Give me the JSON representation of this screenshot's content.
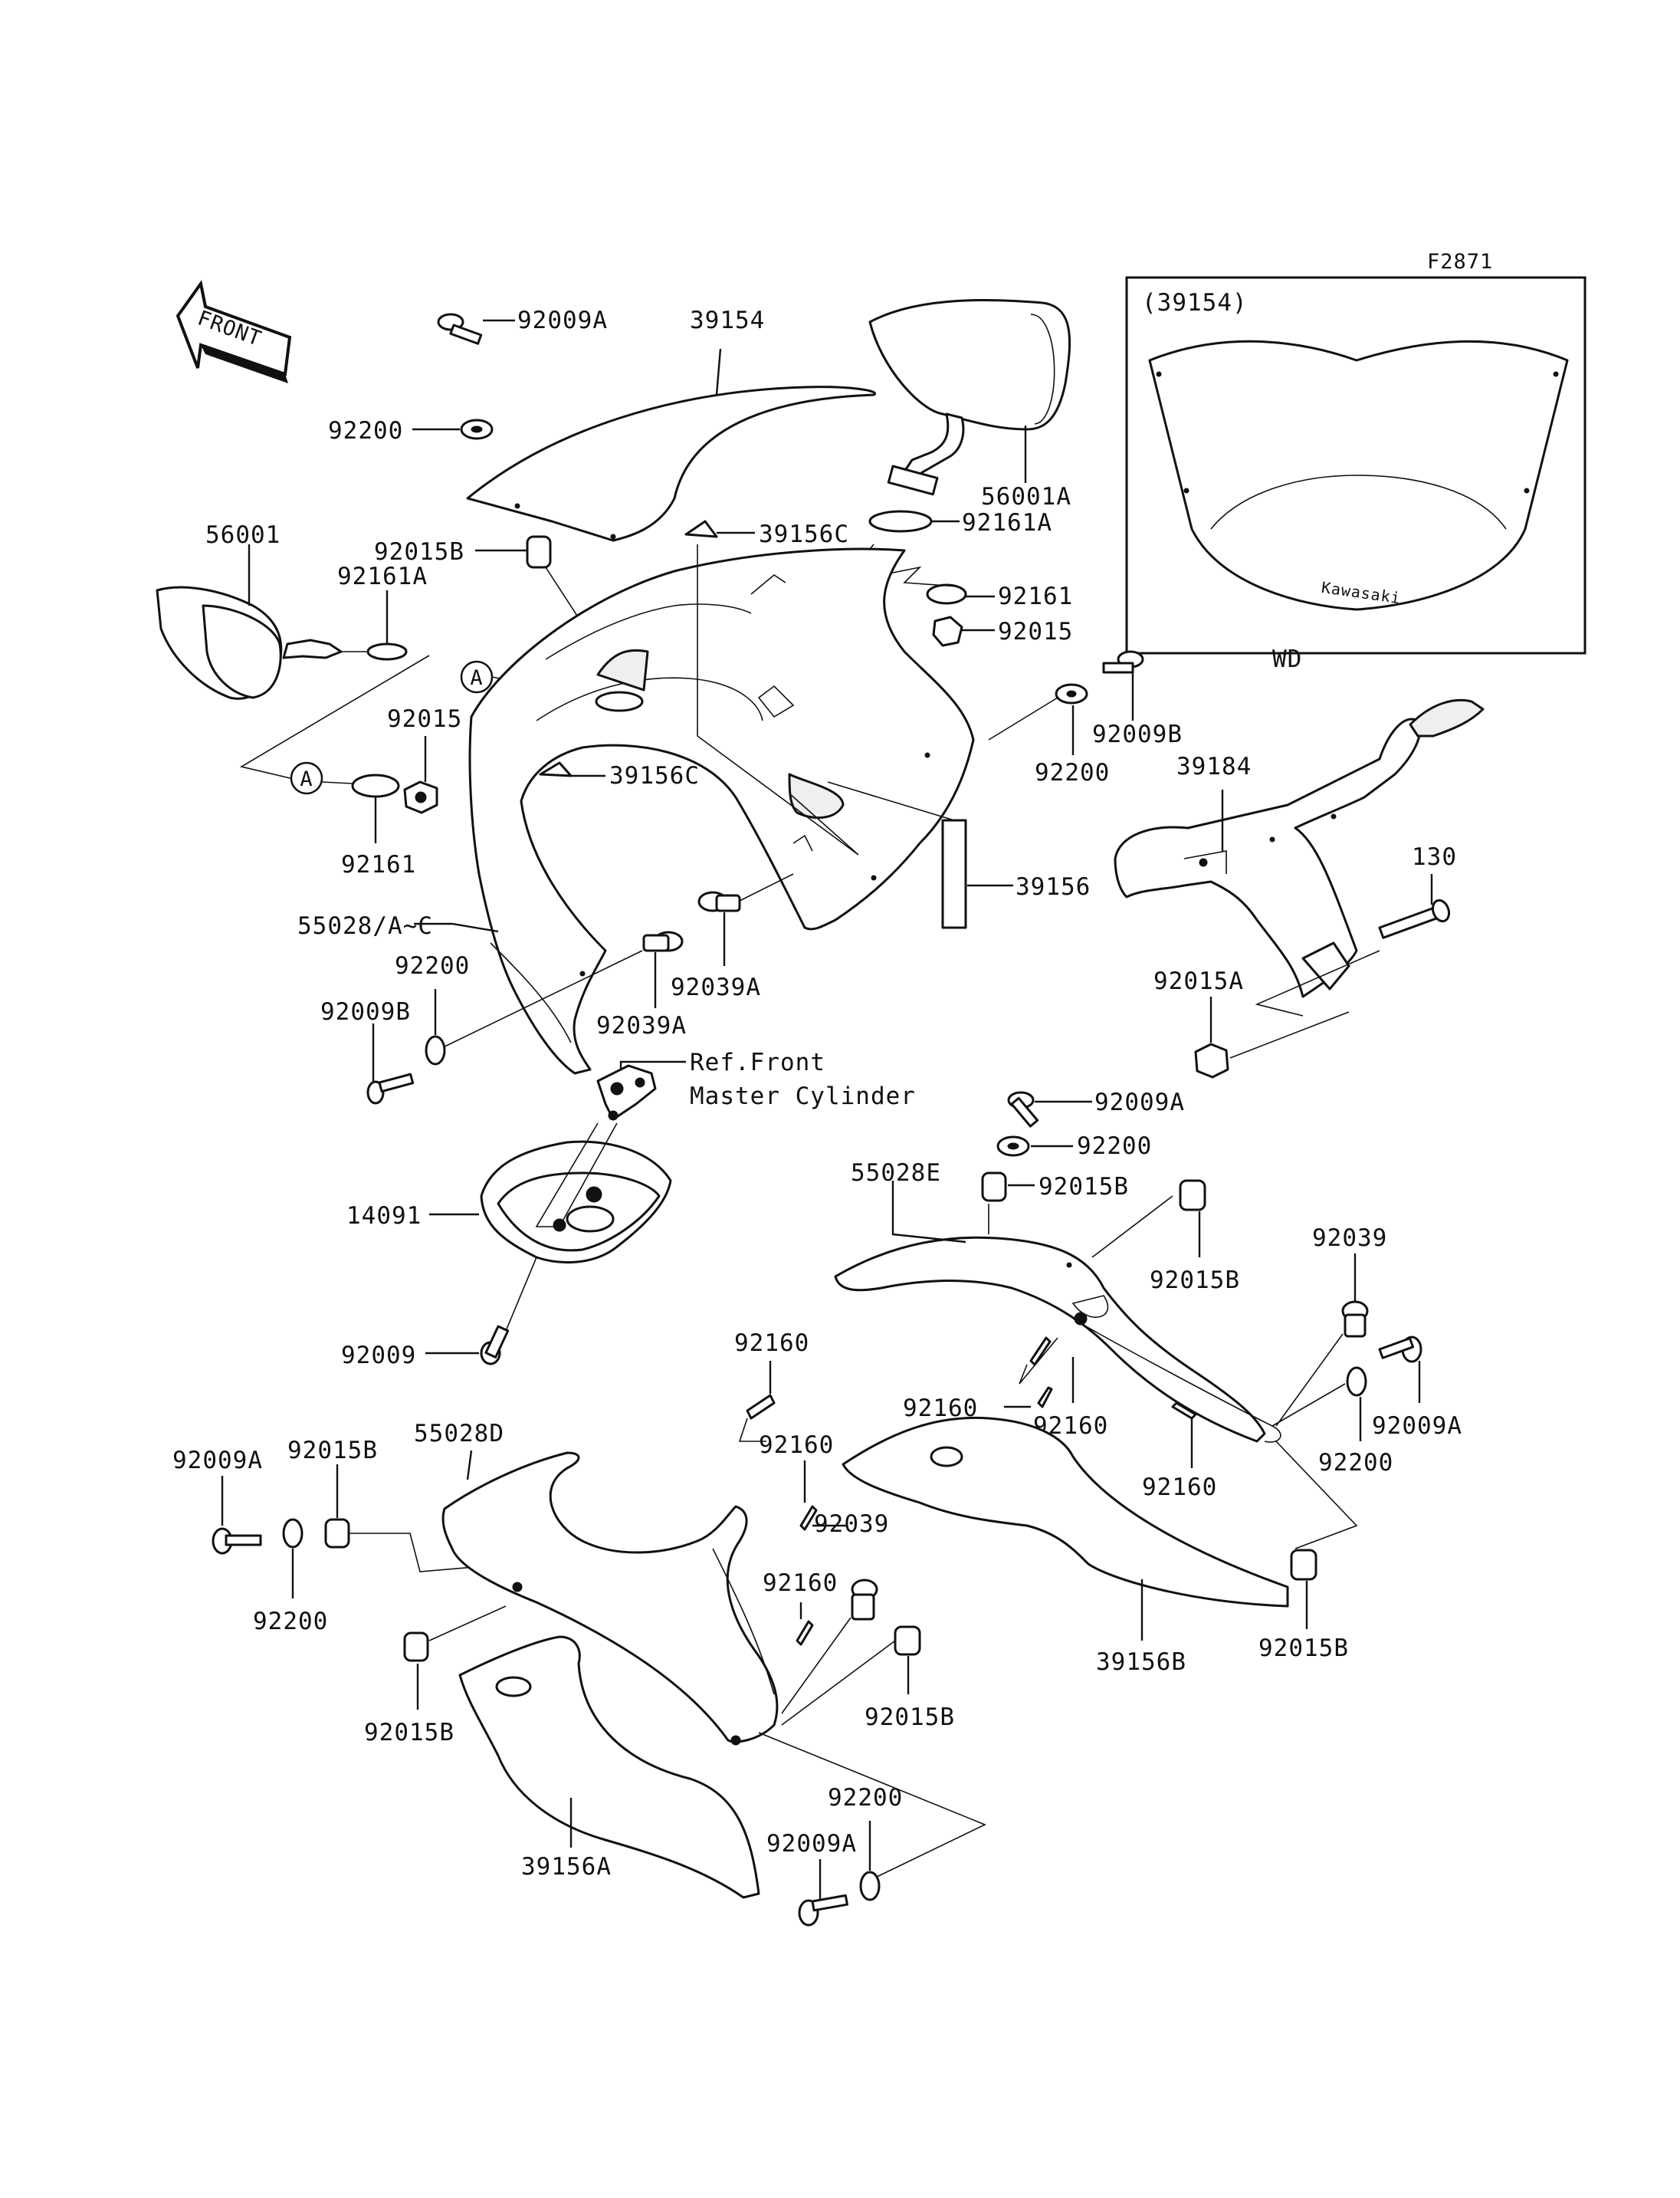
{
  "figure_code": "F2871",
  "front_arrow_label": "FRONT",
  "callouts": {
    "marker_a": "A",
    "ref_front_1": "Ref.Front",
    "ref_front_2": "Master Cylinder"
  },
  "inset": {
    "title": "(39154)",
    "caption": "WD",
    "windshield_logo": "Kawasaki"
  },
  "parts": {
    "p39154": "39154",
    "p92009A_top": "92009A",
    "p92200_top": "92200",
    "p92015B_top": "92015B",
    "p56001A": "56001A",
    "p92161A_right": "92161A",
    "p39156C_top": "39156C",
    "p92161_right": "92161",
    "p92015_right": "92015",
    "p56001": "56001",
    "p92161A_left": "92161A",
    "p92015_left": "92015",
    "p92161_left": "92161",
    "p39156C_mid": "39156C",
    "p92200_mid_right": "92200",
    "p92009B_right": "92009B",
    "p39184": "39184",
    "p39156": "39156",
    "p130": "130",
    "p55028": "55028/A~C",
    "p92200_left_mid": "92200",
    "p92009B_left": "92009B",
    "p92039A_center": "92039A",
    "p92039A_left": "92039A",
    "p92015A": "92015A",
    "p92009A_mid": "92009A",
    "p92200_mid": "92200",
    "p55028E": "55028E",
    "p92015B_mid": "92015B",
    "p14091": "14091",
    "p92015B_right_mid": "92015B",
    "p92039_right": "92039",
    "p92009": "92009",
    "p92160_top": "92160",
    "p92160_left_r": "92160",
    "p92160_mid_r": "92160",
    "p92009A_right": "92009A",
    "p92200_right": "92200",
    "p92160_low_r": "92160",
    "p92009A_left": "92009A",
    "p92015B_left": "92015B",
    "p55028D": "55028D",
    "p92160_a": "92160",
    "p92039_mid": "92039",
    "p92200_left_low": "92200",
    "p92160_b": "92160",
    "p39156B": "39156B",
    "p92015B_low_right": "92015B",
    "p92015B_low_left": "92015B",
    "p92015B_low_center": "92015B",
    "p92200_bottom": "92200",
    "p92009A_bottom": "92009A",
    "p39156A": "39156A"
  }
}
